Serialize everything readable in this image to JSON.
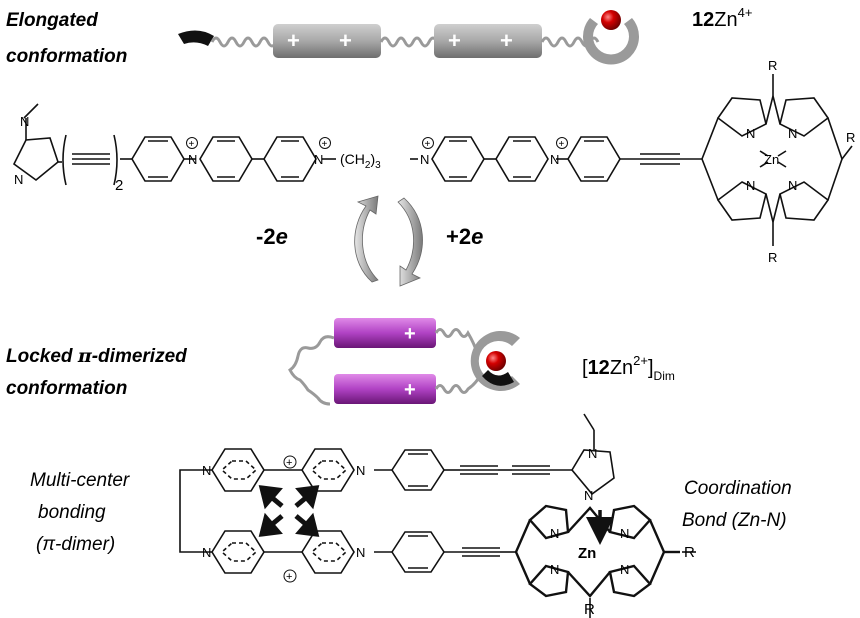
{
  "top": {
    "state_label": [
      "Elongated",
      "conformation"
    ],
    "compound": {
      "num": "12",
      "rest": "Zn",
      "charge": "4+"
    }
  },
  "redox": {
    "left": "-2",
    "right": "+2",
    "unit": "e"
  },
  "middle": {
    "state_label": {
      "l1": "Locked ",
      "pi": "π",
      "l1b": "-dimerized",
      "l2": "conformation"
    },
    "compound": {
      "open": "[",
      "num": "12",
      "rest": "Zn",
      "charge": "2+",
      "close": "]",
      "sub": "Dim"
    }
  },
  "top_structure": {
    "imid_N": [
      "N",
      "N"
    ],
    "repeat_sub": "2",
    "linker": {
      "open": "(CH",
      "sub": "2",
      "close": ")",
      "sub2": "3"
    },
    "porphyrin": {
      "metal": "Zn",
      "N": [
        "N",
        "N",
        "N",
        "N"
      ],
      "R": [
        "R",
        "R",
        "R"
      ]
    },
    "N_plus": "N",
    "plus": "+"
  },
  "bottom_structure": {
    "left_label": [
      "Multi-center",
      "bonding",
      "(π-dimer)"
    ],
    "right_label": [
      "Coordination",
      "Bond (Zn-N)"
    ],
    "metal": "Zn",
    "N": "N",
    "R": [
      "R",
      "R"
    ],
    "plus": "+"
  },
  "colors": {
    "gray_block": "#a8a8a8",
    "purple_block": "#b042c4",
    "red_ball": "#d40000",
    "spring": "#9a9a9a"
  }
}
